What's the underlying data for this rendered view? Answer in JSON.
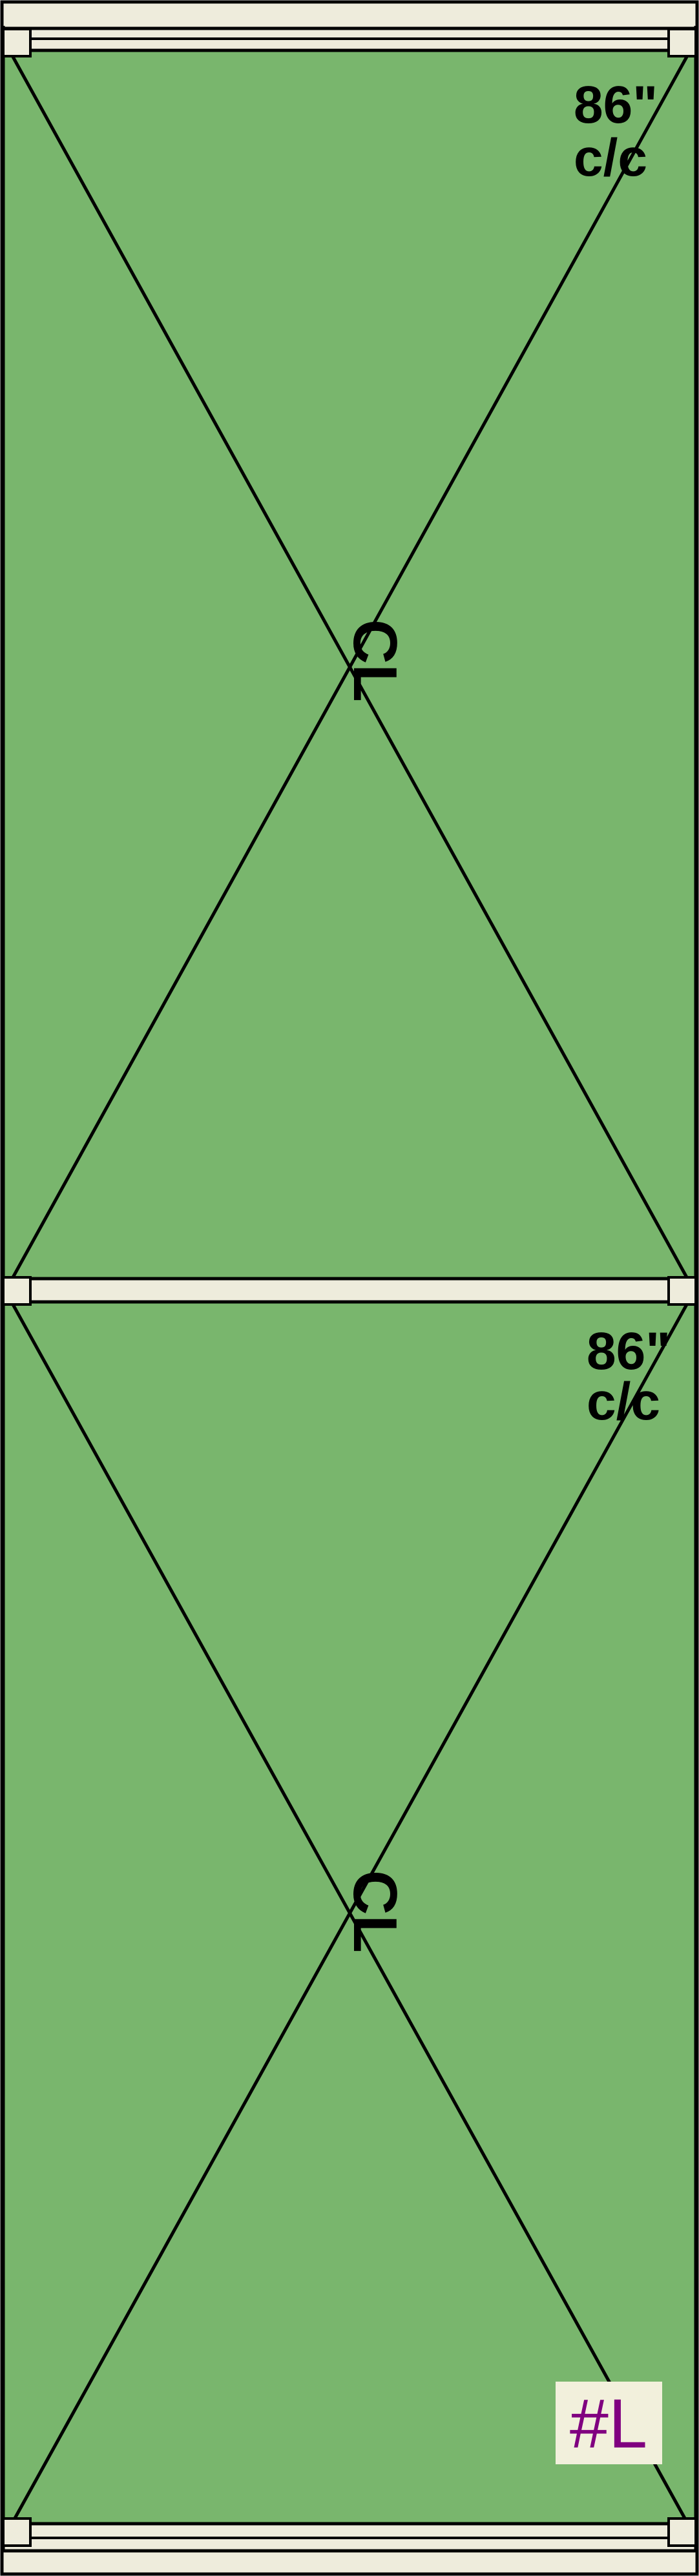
{
  "colors": {
    "panel": "#79b66d",
    "rail": "#eeecdc",
    "stroke": "#000000",
    "tag_text": "#800080",
    "tag_background": "#f2f0dc"
  },
  "panels": [
    {
      "spacing_value": "86\"",
      "spacing_unit": "c/c",
      "centerline_symbol": "CL"
    },
    {
      "spacing_value": "86\"",
      "spacing_unit": "c/c",
      "centerline_symbol": "CL"
    }
  ],
  "tag": {
    "label": "#L"
  }
}
